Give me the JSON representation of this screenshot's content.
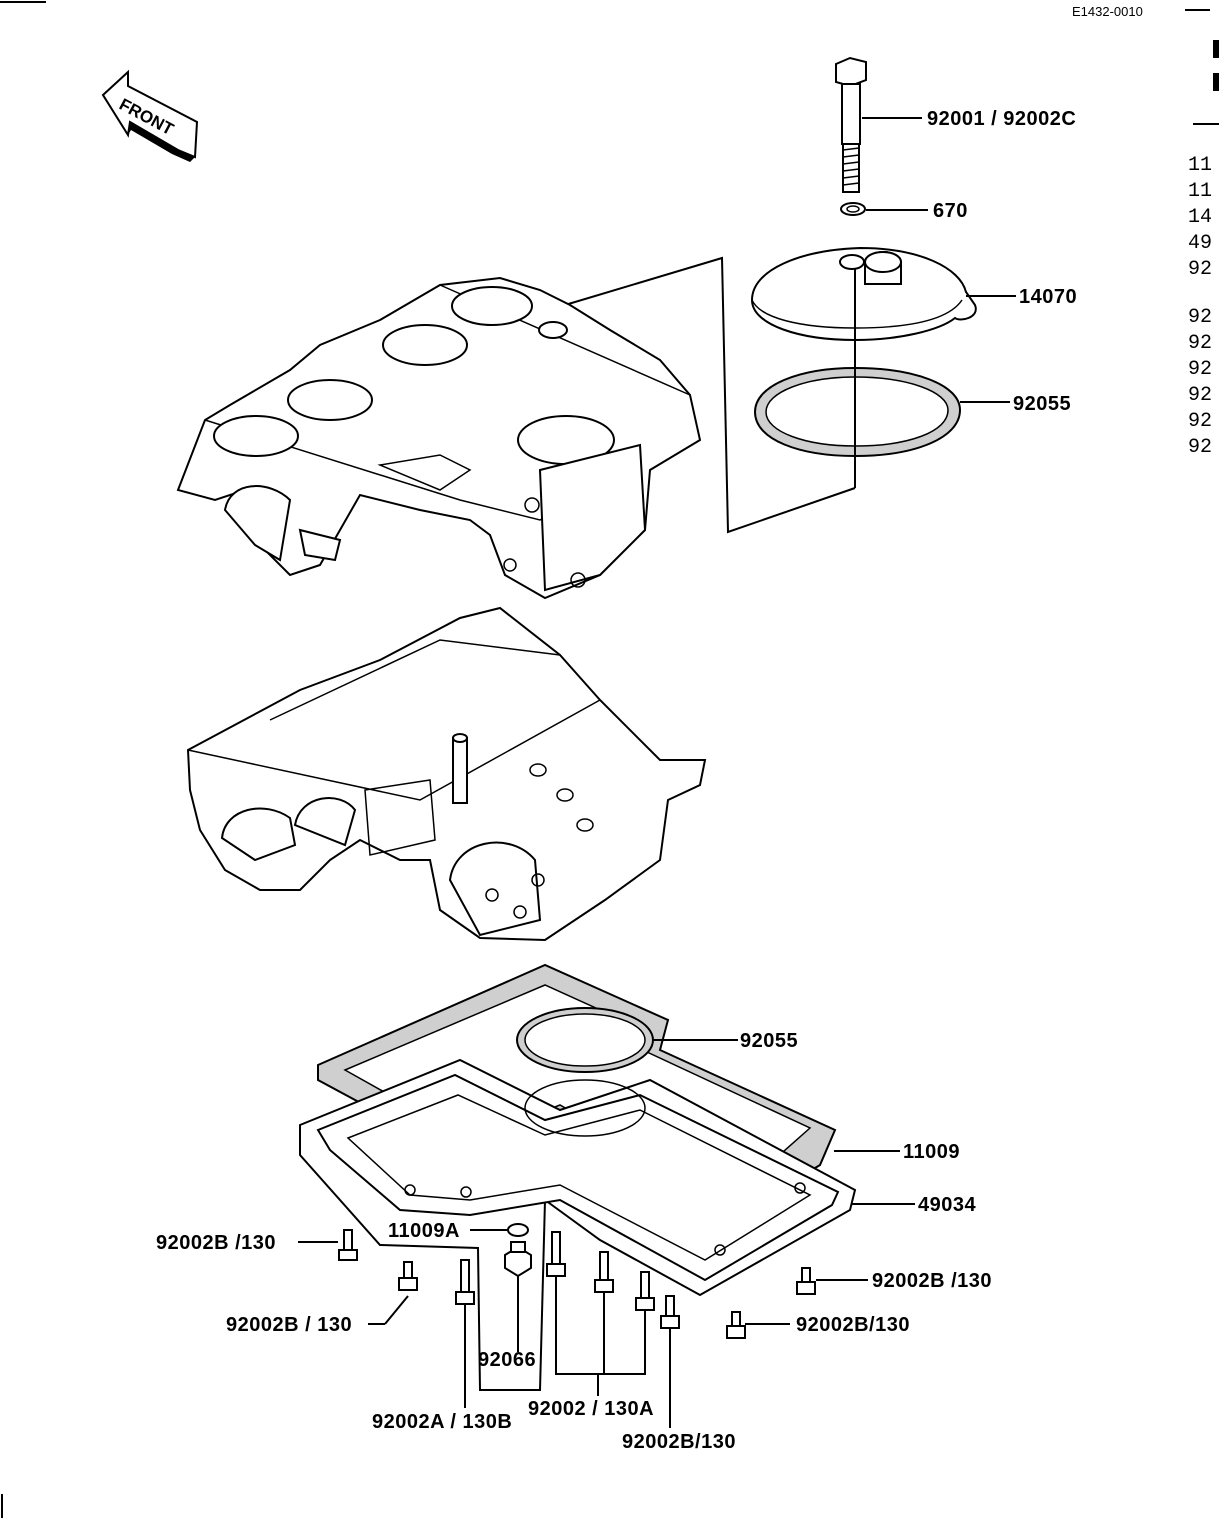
{
  "diagram_code": "E1432-0010",
  "front_arrow": {
    "label": "FRONT"
  },
  "callouts": [
    {
      "id": "bolt-top",
      "label": "92001 / 92002C"
    },
    {
      "id": "washer",
      "label": "670"
    },
    {
      "id": "cover",
      "label": "14070"
    },
    {
      "id": "oring-top",
      "label": "92055"
    },
    {
      "id": "oring-pan",
      "label": "92055"
    },
    {
      "id": "gasket",
      "label": "11009"
    },
    {
      "id": "oil-pan",
      "label": "49034"
    },
    {
      "id": "drain-washer",
      "label": "11009A"
    },
    {
      "id": "bolt-left-1",
      "label": "92002B /130"
    },
    {
      "id": "bolt-left-2",
      "label": "92002B / 130"
    },
    {
      "id": "drain-plug",
      "label": "92066"
    },
    {
      "id": "bolt-a-130b",
      "label": "92002A / 130B"
    },
    {
      "id": "bolt-130a",
      "label": "92002 / 130A"
    },
    {
      "id": "bolt-bottom",
      "label": "92002B/130"
    },
    {
      "id": "bolt-right-1",
      "label": "92002B /130"
    },
    {
      "id": "bolt-right-2",
      "label": "92002B/130"
    }
  ],
  "edge_fragments": [
    "11",
    "11",
    "14",
    "49",
    "92",
    "92",
    "92",
    "92",
    "92",
    "92",
    "92"
  ]
}
